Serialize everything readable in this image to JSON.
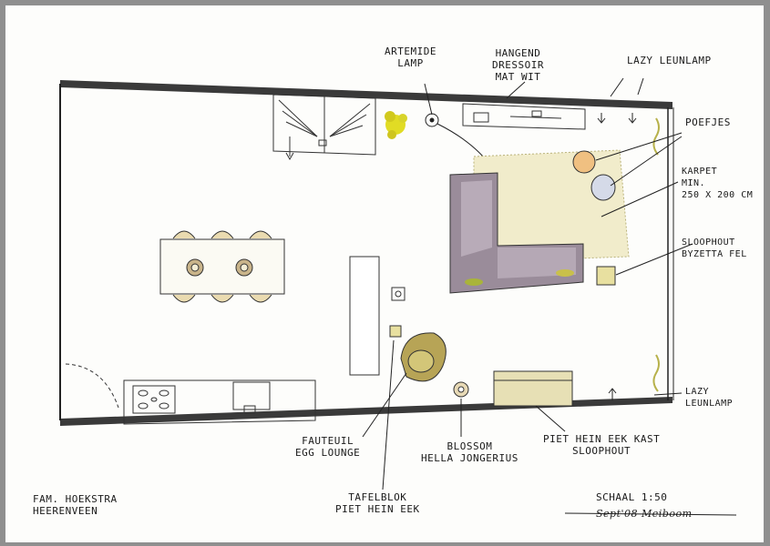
{
  "labels": {
    "artemide": [
      "ARTEMIDE",
      "LAMP"
    ],
    "dressoir": [
      "HANGEND",
      "DRESSOIR",
      "MAT WIT"
    ],
    "lazy_top": "LAZY LEUNLAMP",
    "poefjes": "POEFJES",
    "karpet": [
      "KARPET",
      "MIN.",
      "250 X 200 CM"
    ],
    "sloophout_fel": [
      "SLOOPHOUT",
      "BYZETTA FEL"
    ],
    "lazy_bottom": [
      "LAZY",
      "LEUNLAMP"
    ],
    "fauteuil": [
      "FAUTEUIL",
      "EGG LOUNGE"
    ],
    "blossom": [
      "BLOSSOM",
      "HELLA JONGERIUS"
    ],
    "kast": [
      "PIET HEIN EEK KAST",
      "SLOOPHOUT"
    ],
    "tafelblok": [
      "TAFELBLOK",
      "PIET HEIN EEK"
    ],
    "client": [
      "FAM. HOEKSTRA",
      "HEERENVEEN"
    ],
    "scale": "SCHAAL 1:50",
    "signature": "Sept'08 Meiboom"
  },
  "colors": {
    "wall": "#3a3a3a",
    "sofa": "#9a8c9a",
    "rug": "#f1eccb",
    "poef": "#f0c081",
    "lamp_yellow": "#d8d42a",
    "wood": "#e7e0b5",
    "paper": "#fdfdfb",
    "frame": "#8f8f8f"
  }
}
